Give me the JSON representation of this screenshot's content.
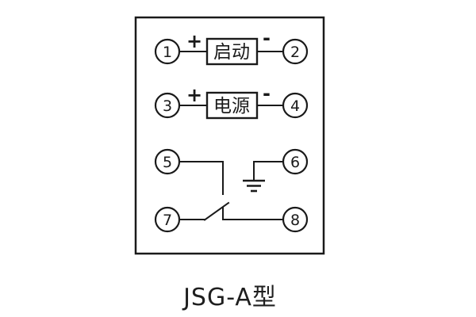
{
  "title": "JSG-A型",
  "colors": {
    "line": "#1a1a1a",
    "background": "#ffffff"
  },
  "rows": {
    "start": {
      "plus": "+",
      "label": "启动",
      "minus": "-"
    },
    "power": {
      "plus": "+",
      "label": "电源",
      "minus": "-"
    }
  },
  "terminals": {
    "t1": "1",
    "t2": "2",
    "t3": "3",
    "t4": "4",
    "t5": "5",
    "t6": "6",
    "t7": "7",
    "t8": "8"
  },
  "symbols": {
    "ground": "earth-ground-icon",
    "contact": "normally-open-switch-contact"
  }
}
